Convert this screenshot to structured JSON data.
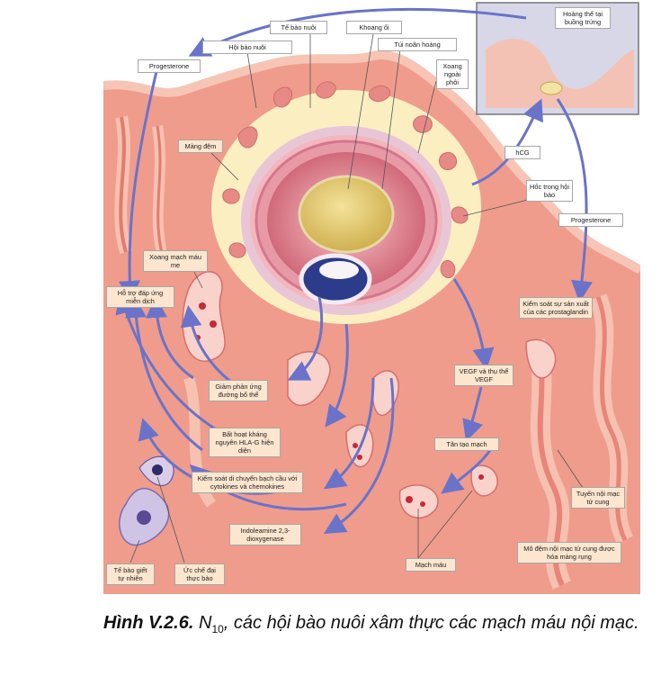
{
  "labels": {
    "te_bao_nuoi": "Tế bào nuôi",
    "khoang_oi": "Khoang ối",
    "hoang_the": "Hoàng thể tại buồng trứng",
    "hoi_bao_nuoi": "Hội bào nuôi",
    "tui_noan_hoang": "Túi noãn hoàng",
    "progesterone_1": "Progesterone",
    "xoang_ngoai_phoi": "Xoang ngoài phôi",
    "mang_dem": "Màng đệm",
    "hcg": "hCG",
    "hoc_trong_hoi_bao": "Hốc trong hội bào",
    "progesterone_2": "Progesterone",
    "xoang_mach_mau_me": "Xoang mạch máu mẹ",
    "ho_tro_dap_ung": "Hỗ trợ đáp ứng miễn dịch",
    "kiem_soat_prostaglandin": "Kiểm soát sự sản xuất của các prostaglandin",
    "giam_phan_ung": "Giảm phản ứng đường bổ thể",
    "vegf": "VEGF và thụ thể VEGF",
    "bat_hoat": "Bất hoạt kháng nguyên HLA-G hiện diện",
    "tan_tao_mach": "Tân tạo mạch",
    "kiem_soat_di_chuyen": "Kiểm soát di chuyển bạch cầu với cytokines và chemokines",
    "tuyen_noi_mac": "Tuyến nội mạc tử cung",
    "indoleamine": "Indoleamine 2,3-dioxygenase",
    "mach_mau": "Mạch máu",
    "mo_dem": "Mô đệm nội mạc tử cung được hóa màng rụng",
    "te_bao_giet": "Tế bào giết tự nhiên",
    "uc_che_dai_thuc_bao": "Ức chế đại thực bào"
  },
  "caption": {
    "label": "Hình V.2.6.",
    "n": "N",
    "sub": "10",
    "text": ", các hội bào nuôi xâm thực các mạch máu nội mạc."
  },
  "colors": {
    "tissue": "#ef9c8c",
    "tissue_light": "#f6c1b0",
    "decidua_yellow": "#fbefc2",
    "arrow": "#6a73c9",
    "blood": "#c8283a",
    "yolk": "#e8cf72",
    "embryo_blue": "#2c3c8a"
  }
}
